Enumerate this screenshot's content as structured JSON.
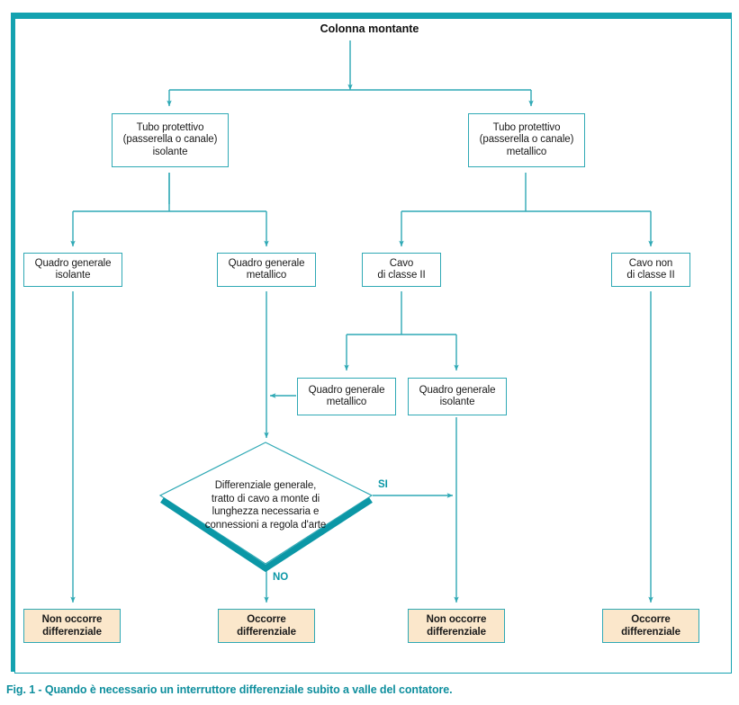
{
  "figure": {
    "title": "Colonna montante",
    "caption": "Fig. 1 - Quando è necessario un interruttore differenziale subito a valle del contatore.",
    "colors": {
      "line": "#2fa9b5",
      "accent": "#0b97a6",
      "node_fill": "#ffffff",
      "terminal_fill": "#fbe7cb",
      "text": "#1a1a1a",
      "caption": "#0f8f9e"
    }
  },
  "nodes": {
    "root": "Colonna montante",
    "tubo_isolante": "Tubo protettivo\n(passerella o canale)\nisolante",
    "tubo_isolante_l1": "Tubo protettivo",
    "tubo_isolante_l2": "(passerella o canale)",
    "tubo_isolante_l3": "isolante",
    "tubo_metallico_l1": "Tubo protettivo",
    "tubo_metallico_l2": "(passerella o canale)",
    "tubo_metallico_l3": "metallico",
    "quadro_isolante_l1": "Quadro generale",
    "quadro_isolante_l2": "isolante",
    "quadro_metallico_l1": "Quadro generale",
    "quadro_metallico_l2": "metallico",
    "cavo_classe2_l1": "Cavo",
    "cavo_classe2_l2": "di classe II",
    "cavo_non_classe2_l1": "Cavo non",
    "cavo_non_classe2_l2": "di classe II",
    "quadro_metallico2_l1": "Quadro generale",
    "quadro_metallico2_l2": "metallico",
    "quadro_isolante2_l1": "Quadro generale",
    "quadro_isolante2_l2": "isolante"
  },
  "decision": {
    "line1": "Differenziale generale,",
    "line2": "tratto di cavo a monte di",
    "line3": "lunghezza necessaria e",
    "line4": "connessioni a regola d'arte",
    "yes_label": "SI",
    "no_label": "NO"
  },
  "terminals": {
    "t1_l1": "Non occorre",
    "t1_l2": "differenziale",
    "t2_l1": "Occorre",
    "t2_l2": "differenziale",
    "t3_l1": "Non occorre",
    "t3_l2": "differenziale",
    "t4_l1": "Occorre",
    "t4_l2": "differenziale"
  },
  "chart_data": {
    "type": "diagram",
    "title": "Colonna montante",
    "flow": [
      {
        "from": "Colonna montante",
        "to": "Tubo protettivo (passerella o canale) isolante"
      },
      {
        "from": "Colonna montante",
        "to": "Tubo protettivo (passerella o canale) metallico"
      },
      {
        "from": "Tubo protettivo (passerella o canale) isolante",
        "to": "Quadro generale isolante"
      },
      {
        "from": "Tubo protettivo (passerella o canale) isolante",
        "to": "Quadro generale metallico"
      },
      {
        "from": "Tubo protettivo (passerella o canale) metallico",
        "to": "Cavo di classe II"
      },
      {
        "from": "Tubo protettivo (passerella o canale) metallico",
        "to": "Cavo non di classe II"
      },
      {
        "from": "Cavo di classe II",
        "to": "Quadro generale metallico"
      },
      {
        "from": "Cavo di classe II",
        "to": "Quadro generale isolante"
      },
      {
        "from": "Quadro generale isolante",
        "to": "Non occorre differenziale"
      },
      {
        "from": "Quadro generale metallico",
        "to": "Differenziale generale, tratto di cavo a monte di lunghezza necessaria e connessioni a regola d'arte"
      },
      {
        "from": "Differenziale generale, tratto di cavo a monte di lunghezza necessaria e connessioni a regola d'arte",
        "to": "Occorre differenziale",
        "label": "NO"
      },
      {
        "from": "Differenziale generale, tratto di cavo a monte di lunghezza necessaria e connessioni a regola d'arte",
        "to": "Non occorre differenziale",
        "label": "SI"
      },
      {
        "from": "Cavo non di classe II",
        "to": "Occorre differenziale"
      }
    ]
  }
}
